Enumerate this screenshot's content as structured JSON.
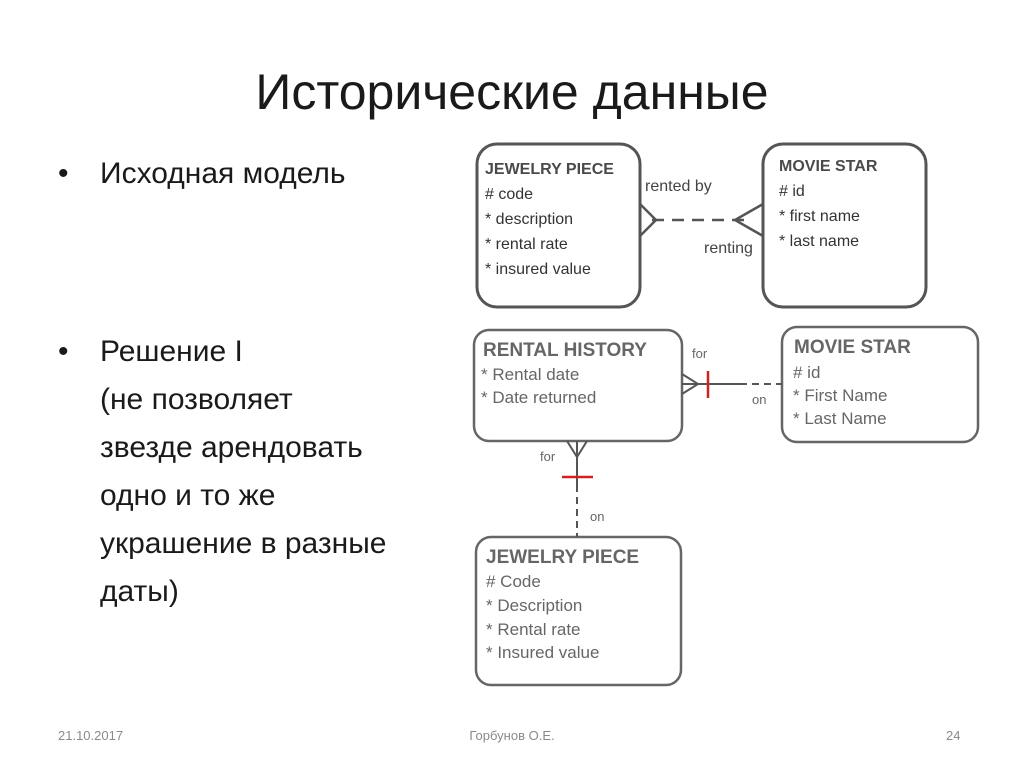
{
  "title": "Исторические данные",
  "bullets": [
    {
      "lines": [
        "Исходная модель"
      ]
    },
    {
      "lines": [
        "Решение I",
        "(не позволяет",
        "звезде арендовать",
        "одно и то же",
        "украшение в разные",
        "даты)"
      ]
    }
  ],
  "diagram_top": {
    "jewelry": {
      "title": "JEWELRY PIECE",
      "attrs": [
        "# code",
        "* description",
        "* rental rate",
        "* insured value"
      ]
    },
    "movie_star": {
      "title": "MOVIE STAR",
      "attrs": [
        "# id",
        "* first name",
        "* last name"
      ]
    },
    "rel_label_top": "rented by",
    "rel_label_bottom": "renting"
  },
  "diagram_bottom": {
    "rental_history": {
      "title": "RENTAL HISTORY",
      "attrs": [
        "* Rental date",
        "* Date returned"
      ]
    },
    "movie_star": {
      "title": "MOVIE STAR",
      "attrs": [
        "# id",
        "* First Name",
        "* Last Name"
      ]
    },
    "jewelry": {
      "title": "JEWELRY PIECE",
      "attrs": [
        "# Code",
        "* Description",
        "* Rental rate",
        "* Insured value"
      ]
    },
    "rel_star_for": "for",
    "rel_star_on": "on",
    "rel_jewelry_for": "for",
    "rel_jewelry_on": "on"
  },
  "colors": {
    "entity_border": "#555555",
    "entity_title_top": "#4a4a4a",
    "entity_title_bottom": "#666666",
    "barred": "#cc2222",
    "text_muted": "#7a7a7a"
  },
  "footer": {
    "date": "21.10.2017",
    "author": "Горбунов О.Е.",
    "page": "24"
  }
}
